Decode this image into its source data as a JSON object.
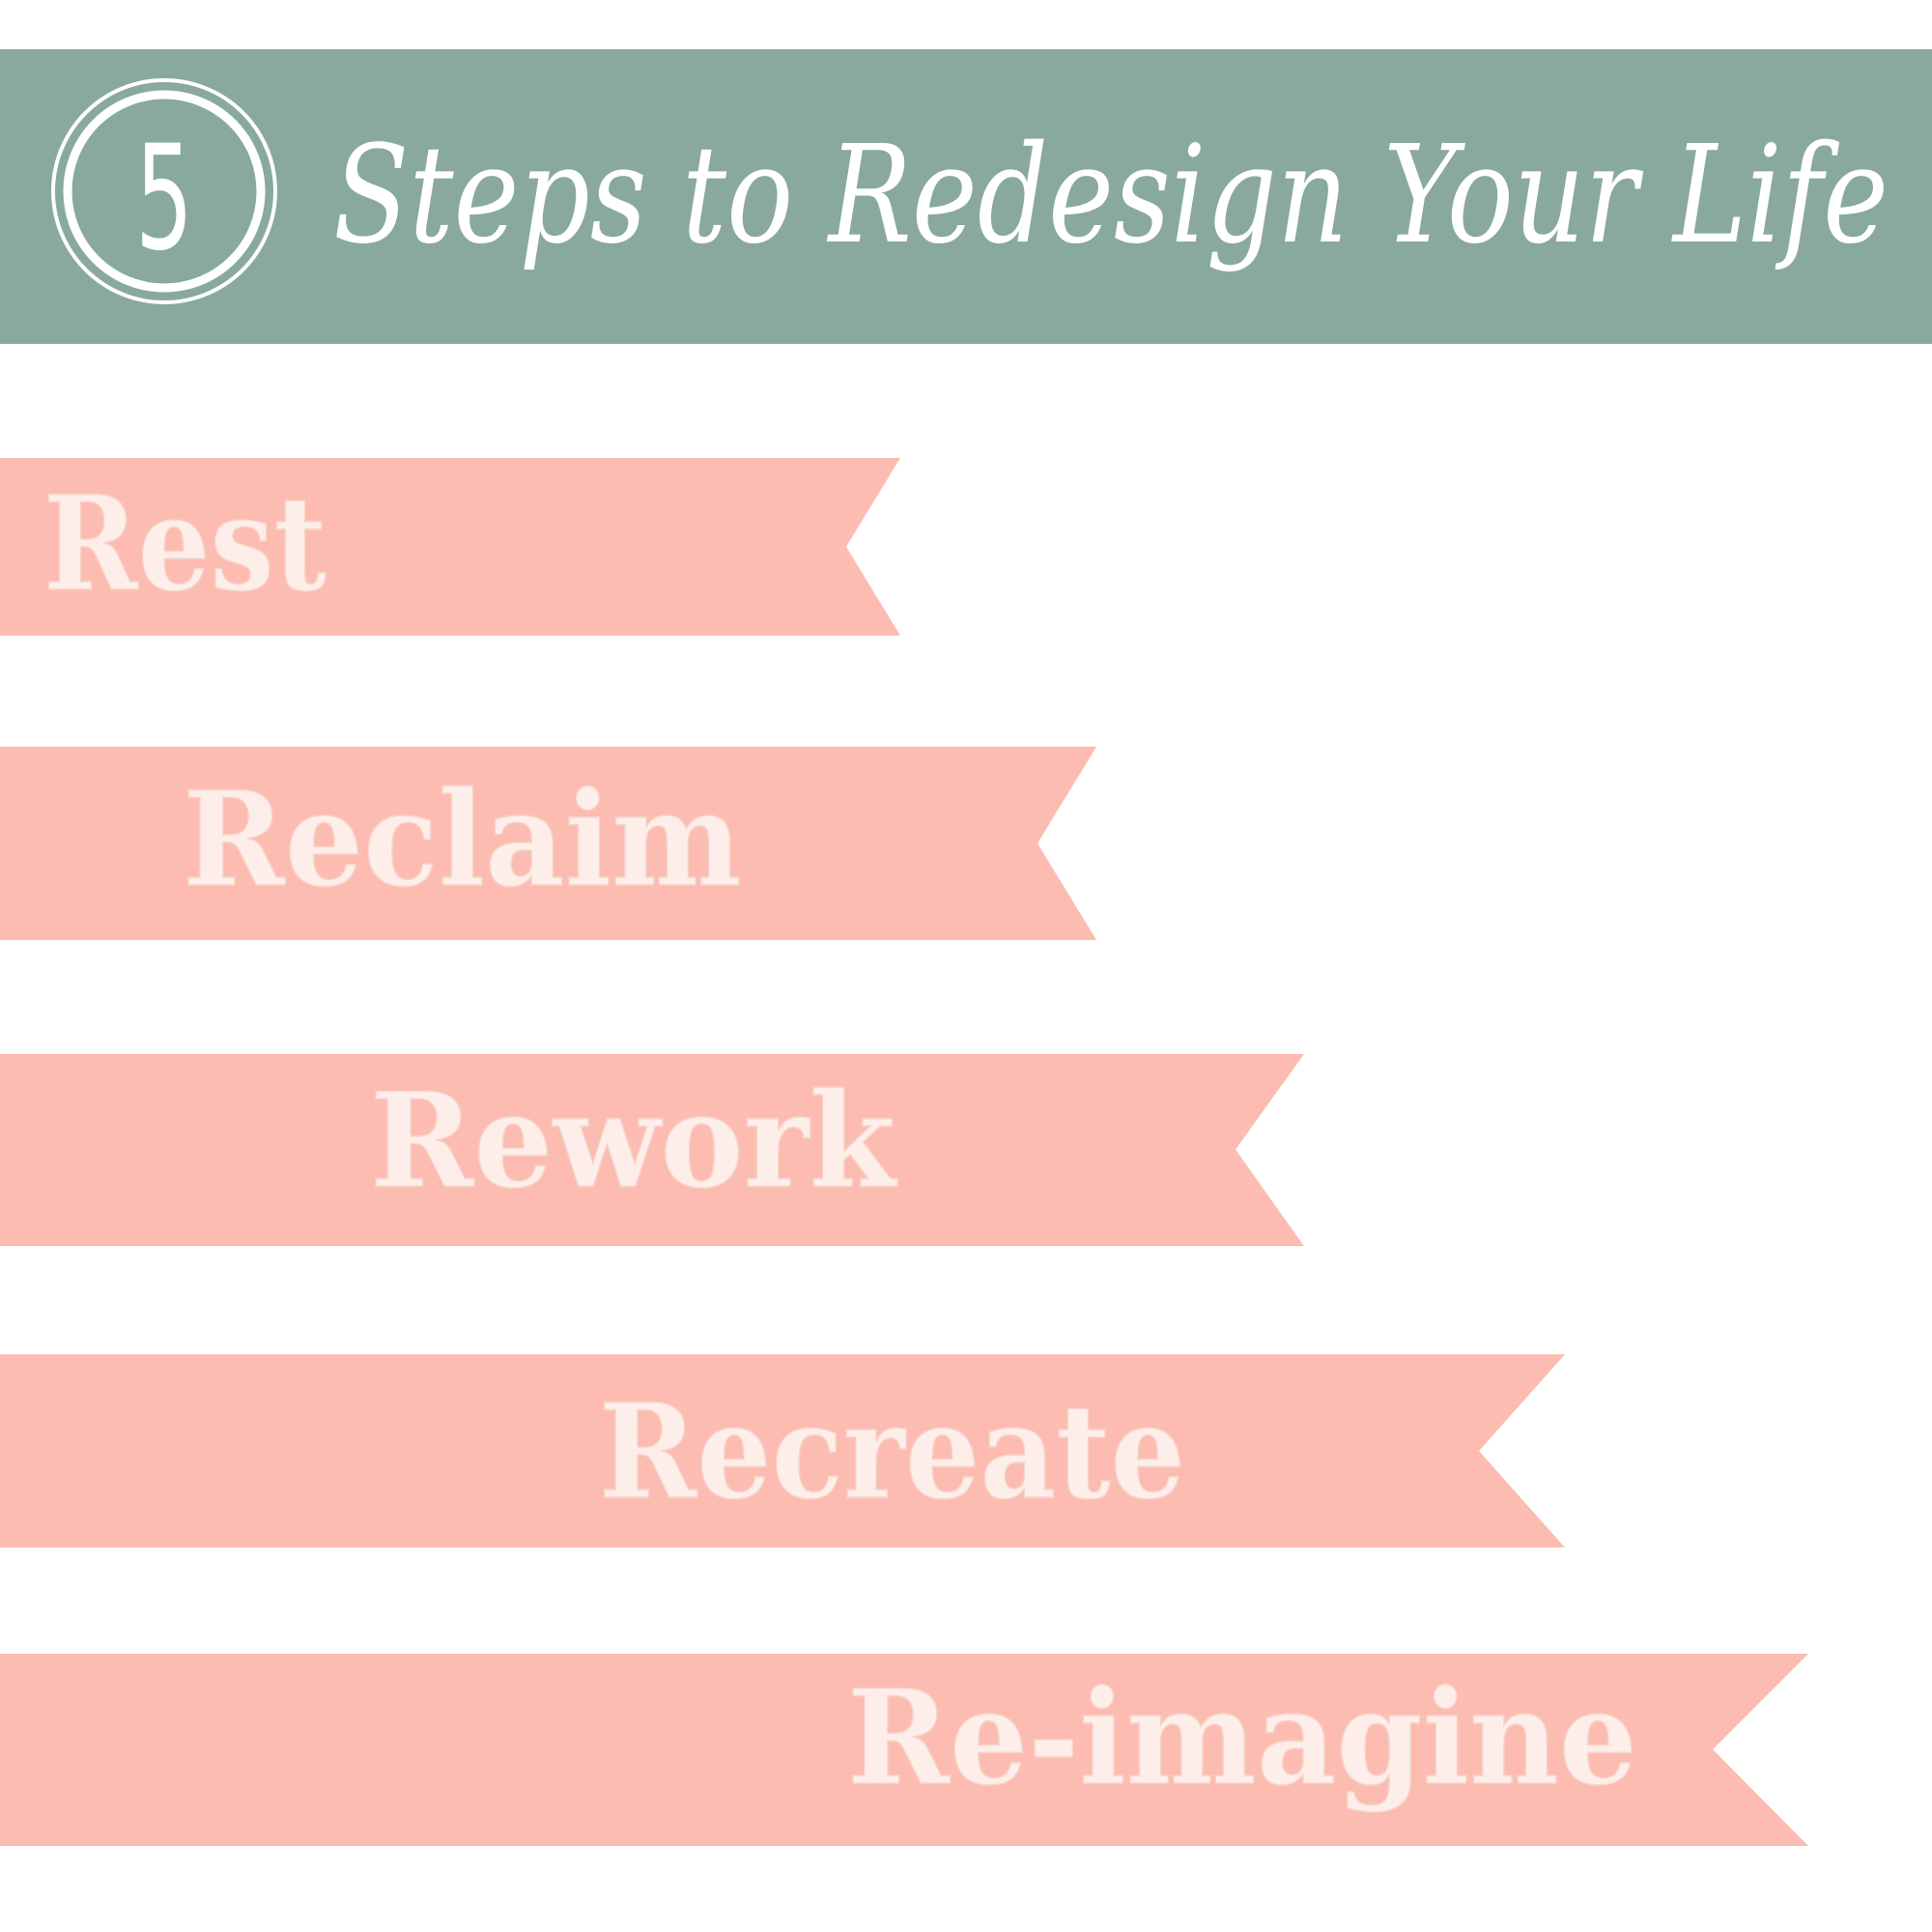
{
  "header": {
    "number": "5",
    "title": "Steps to Redesign Your Life",
    "background_color": "#89a99d",
    "badge_icon": "double-circle-badge"
  },
  "steps": [
    {
      "label": "Rest"
    },
    {
      "label": "Reclaim"
    },
    {
      "label": "Rework"
    },
    {
      "label": "Recreate"
    },
    {
      "label": "Re-imagine"
    }
  ],
  "colors": {
    "banner": "#fdbcb1",
    "text": "#ffffff"
  }
}
